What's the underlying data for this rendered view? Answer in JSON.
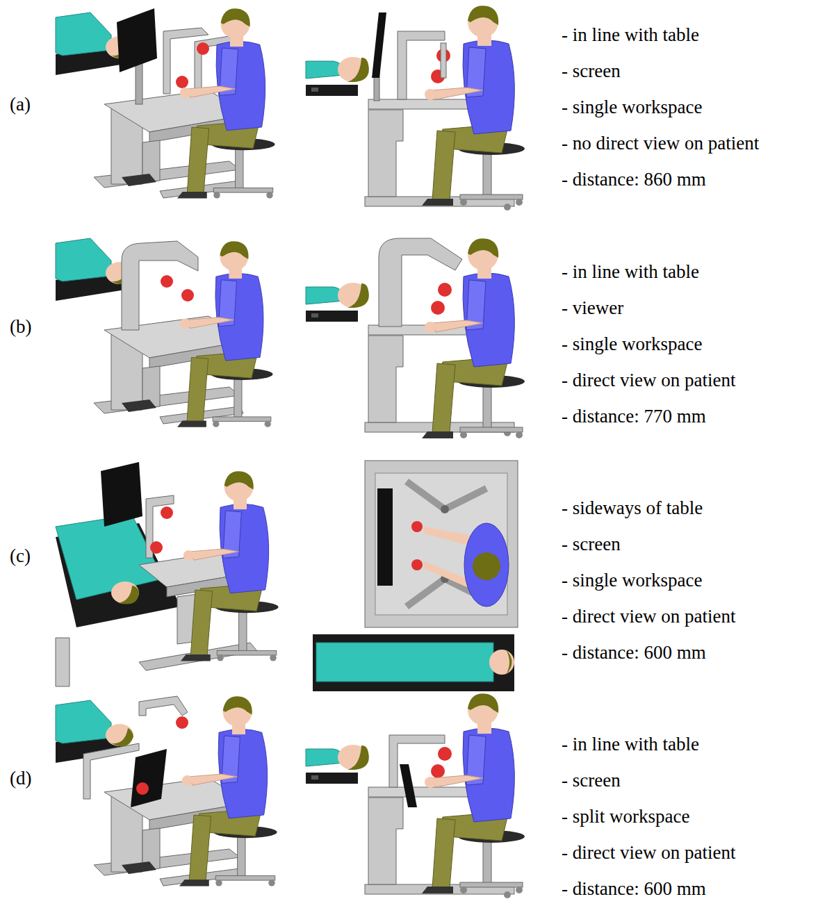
{
  "diagram": {
    "labels": [
      "(a)",
      "- in line with table",
      "- screen",
      "- single workspace",
      "- no direct view on patient",
      "- distance: 860 mm",
      "(b)",
      "- in line with table",
      "- viewer",
      "- single workspace",
      "- direct view on patient",
      "- distance: 770 mm",
      "(c)",
      "- sideways of table",
      "- screen",
      "- single workspace",
      "- direct view on patient",
      "- distance: 600 mm",
      "(d)",
      "- in line with table",
      "- screen",
      "- split workspace",
      "- direct view on patient",
      "- distance: 600 mm"
    ]
  }
}
